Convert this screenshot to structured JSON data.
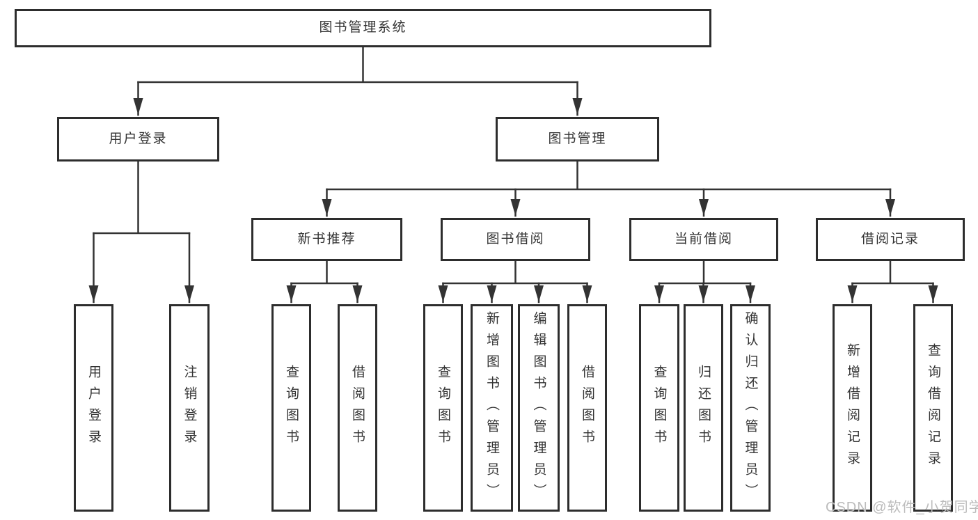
{
  "diagram": {
    "nodes": {
      "root": "图书管理系统",
      "user_login": "用户登录",
      "book_management": "图书管理",
      "new_book_recommend": "新书推荐",
      "book_borrow": "图书借阅",
      "current_borrow": "当前借阅",
      "borrow_record": "借阅记录",
      "leaf_user_login": "用户登录",
      "leaf_logout_login": "注销登录",
      "leaf_query_book_recommend": "查询图书",
      "leaf_borrow_book_recommend": "借阅图书",
      "leaf_query_book_borrow": "查询图书",
      "leaf_add_book": "新增图书（管理员）",
      "leaf_edit_book": "编辑图书（管理员）",
      "leaf_borrow_book_borrow": "借阅图书",
      "leaf_query_book_current": "查询图书",
      "leaf_return_book": "归还图书",
      "leaf_confirm_return": "确认归还（管理员）",
      "leaf_add_borrow_record": "新增借阅记录",
      "leaf_query_borrow_record": "查询借阅记录"
    },
    "colors": {
      "line": "#333333",
      "box_border": "#2d2d2d",
      "text": "#333333",
      "background": "#ffffff",
      "watermark": "#bcbcbc"
    }
  },
  "watermark": "CSDN @软件_小贺同学"
}
